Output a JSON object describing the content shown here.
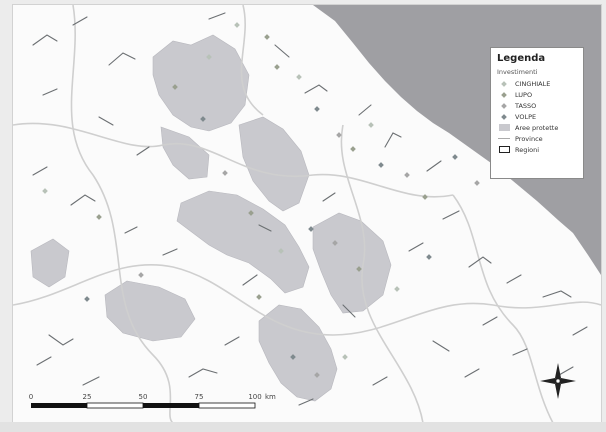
{
  "legend": {
    "title": "Legenda",
    "subtitle": "Investimenti",
    "items": [
      {
        "label": "CINGHIALE",
        "kind": "point",
        "color": "#b8c2b8"
      },
      {
        "label": "LUPO",
        "kind": "point",
        "color": "#9aa08f"
      },
      {
        "label": "TASSO",
        "kind": "point",
        "color": "#a6a6a6"
      },
      {
        "label": "VOLPE",
        "kind": "point",
        "color": "#7f8a8e"
      },
      {
        "label": "Aree protette",
        "kind": "fill",
        "color": "#c9c9ce"
      },
      {
        "label": "Province",
        "kind": "line",
        "color": "#b4b4b4"
      },
      {
        "label": "Regioni",
        "kind": "box",
        "color": "#222222"
      }
    ]
  },
  "scale": {
    "ticks": [
      "0",
      "25",
      "50",
      "75",
      "100"
    ],
    "unit": "km"
  },
  "colors": {
    "sea": "#9f9fa3",
    "protected": "#c9c9ce",
    "roads": "#6b6f72",
    "boundaries": "#cfcfcf"
  },
  "icons": {
    "north_arrow": "compass-rose-icon"
  }
}
